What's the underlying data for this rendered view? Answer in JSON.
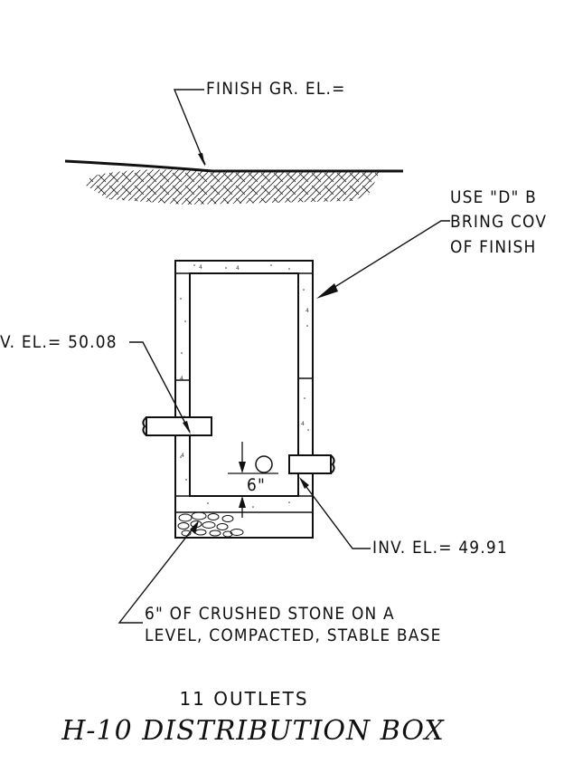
{
  "labels": {
    "finish_grade": "FINISH GR. EL.=",
    "cover_note": [
      "USE \"D\" B",
      "BRING COV",
      "OF FINISH"
    ],
    "inlet_inv": "V. EL.= 50.08",
    "outlet_inv": "INV. EL.= 49.91",
    "drop": "6\"",
    "stone_note": [
      "6\" OF CRUSHED STONE ON A",
      "LEVEL, COMPACTED, STABLE BASE"
    ]
  },
  "outlets": "11 OUTLETS",
  "title": "H-10 DISTRIBUTION BOX"
}
